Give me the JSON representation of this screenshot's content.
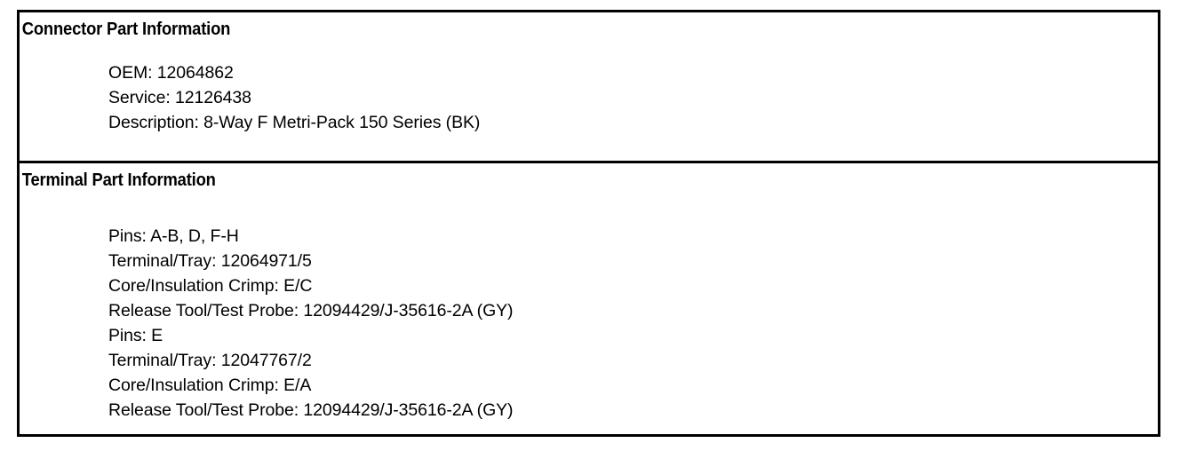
{
  "document": {
    "type": "part-information-table",
    "background_color": "#ffffff",
    "text_color": "#000000",
    "border_color": "#000000"
  },
  "sections": [
    {
      "id": "connector-part-information",
      "header": "Connector Part Information",
      "lines": [
        "OEM: 12064862",
        "Service: 12126438",
        "Description: 8-Way F Metri-Pack 150 Series (BK)"
      ],
      "fields": {
        "oem_label": "OEM:",
        "oem_value": "12064862",
        "service_label": "Service:",
        "service_value": "12126438",
        "description_label": "Description:",
        "description_value": "8-Way F Metri-Pack 150 Series (BK)"
      }
    },
    {
      "id": "terminal-part-information",
      "header": "Terminal Part Information",
      "lines": [
        "Pins: A-B, D, F-H",
        "Terminal/Tray: 12064971/5",
        "Core/Insulation Crimp: E/C",
        "Release Tool/Test Probe: 12094429/J-35616-2A (GY)",
        "Pins: E",
        "Terminal/Tray: 12047767/2",
        "Core/Insulation Crimp: E/A",
        "Release Tool/Test Probe: 12094429/J-35616-2A (GY)"
      ],
      "terminal_groups": [
        {
          "pins_label": "Pins:",
          "pins_value": "A-B, D, F-H",
          "terminal_tray_label": "Terminal/Tray:",
          "terminal_tray_value": "12064971/5",
          "core_insulation_crimp_label": "Core/Insulation Crimp:",
          "core_insulation_crimp_value": "E/C",
          "release_tool_test_probe_label": "Release Tool/Test Probe:",
          "release_tool_test_probe_value": "12094429/J-35616-2A (GY)"
        },
        {
          "pins_label": "Pins:",
          "pins_value": "E",
          "terminal_tray_label": "Terminal/Tray:",
          "terminal_tray_value": "12047767/2",
          "core_insulation_crimp_label": "Core/Insulation Crimp:",
          "core_insulation_crimp_value": "E/A",
          "release_tool_test_probe_label": "Release Tool/Test Probe:",
          "release_tool_test_probe_value": "12094429/J-35616-2A (GY)"
        }
      ]
    }
  ]
}
